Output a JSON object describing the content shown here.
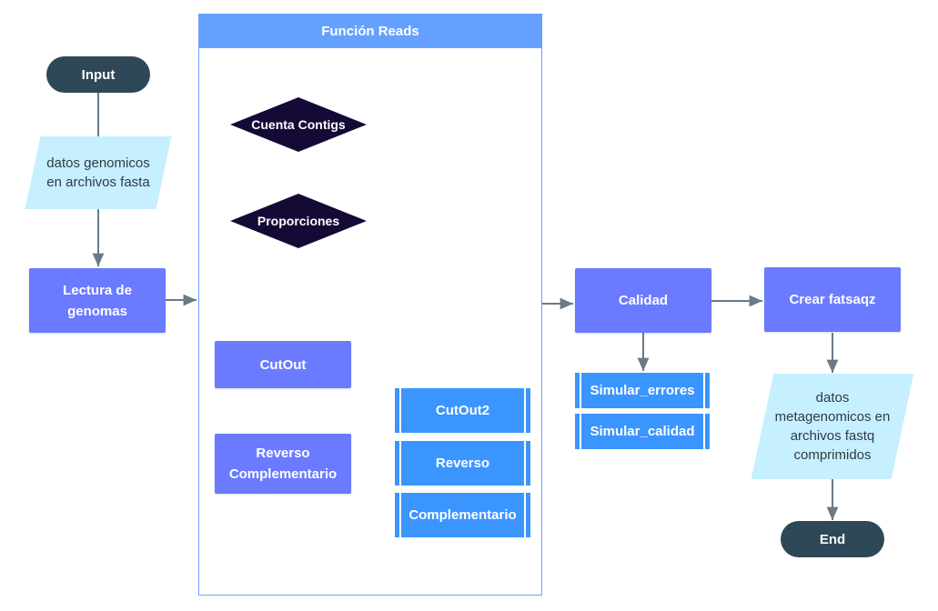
{
  "container": {
    "title": "Función Reads"
  },
  "nodes": {
    "input": "Input",
    "datos_genomicos": "datos genomicos en archivos fasta",
    "lectura": "Lectura de genomas",
    "cuenta_contigs": "Cuenta Contigs",
    "proporciones": "Proporciones",
    "cutout": "CutOut",
    "reverso_complementario": "Reverso Complementario",
    "cutout2": "CutOut2",
    "reverso": "Reverso",
    "complementario": "Complementario",
    "calidad": "Calidad",
    "simular_errores": "Simular_errores",
    "simular_calidad": "Simular_calidad",
    "crear_fatsaqz": "Crear fatsaqz",
    "datos_metagenomicos": "datos metagenomicos en archivos fastq comprimidos",
    "end": "End"
  },
  "colors": {
    "terminal": "#2f4858",
    "process": "#6a7bff",
    "subroutine": "#3b95ff",
    "data": "#c6efff",
    "decision": "#140a35",
    "container_header": "#64a0ff",
    "connector": "#6b7a87"
  }
}
